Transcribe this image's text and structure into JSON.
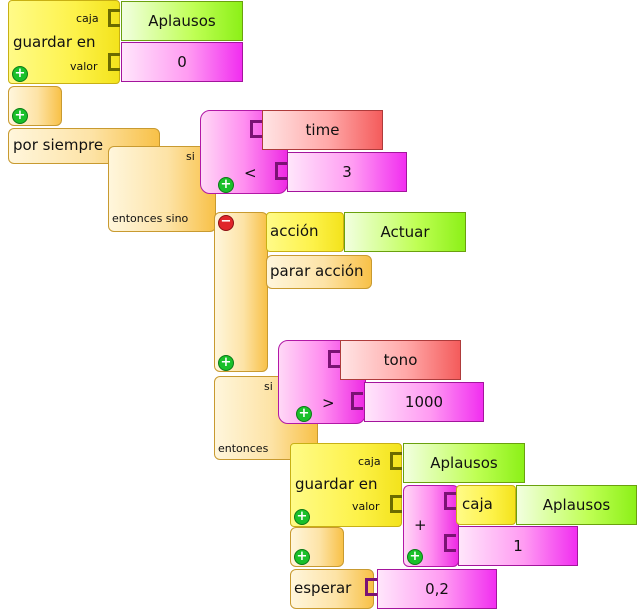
{
  "assign1": {
    "title": "guardar en",
    "box_label": "caja",
    "value_label": "valor",
    "box_name": "Aplausos",
    "value": "0"
  },
  "loop": {
    "title": "por siempre"
  },
  "ifelse": {
    "if_label": "si",
    "then_else_label": "entonces sino",
    "cond": {
      "var": "time",
      "op": "<",
      "value": "3"
    }
  },
  "action": {
    "label": "acción",
    "target": "Actuar"
  },
  "stop": {
    "label": "parar acción"
  },
  "if2": {
    "if_label": "si",
    "then_label": "entonces",
    "cond": {
      "var": "tono",
      "op": ">",
      "value": "1000"
    }
  },
  "assign2": {
    "title": "guardar en",
    "box_label": "caja",
    "value_label": "valor",
    "box_name": "Aplausos",
    "plus_op": "+",
    "inner_box_label": "caja",
    "inner_box_name": "Aplausos",
    "increment": "1"
  },
  "wait": {
    "label": "esperar",
    "value": "0,2"
  },
  "icons": {
    "add": "plus-circle-icon",
    "remove": "minus-circle-icon"
  },
  "colors": {
    "yellow": "#fdf24a",
    "orange": "#f8c148",
    "magenta": "#ee2be4",
    "green": "#8cf018",
    "red": "#f45c5c"
  }
}
